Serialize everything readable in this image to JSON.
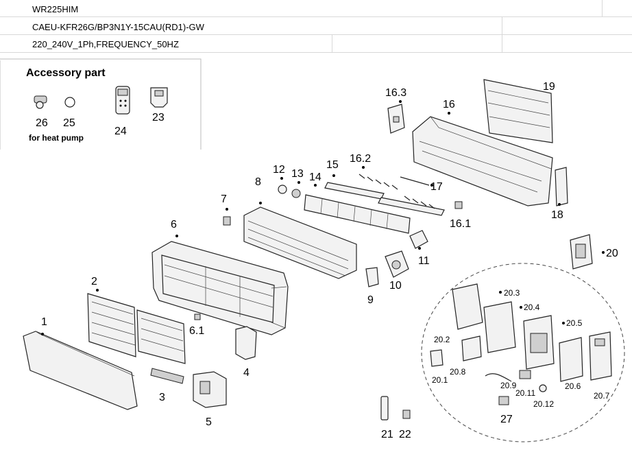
{
  "header": {
    "model": "WR225HIM",
    "code": "CAEU-KFR26G/BP3N1Y-15CAU(RD1)-GW",
    "power": "220_240V_1Ph,FREQUENCY_50HZ"
  },
  "accessory": {
    "title": "Accessory part",
    "note": "for heat pump"
  },
  "labels": {
    "p1": "1",
    "p2": "2",
    "p3": "3",
    "p5": "5",
    "p6": "6",
    "p6_1": "6.1",
    "p4": "4",
    "p7": "7",
    "p8": "8",
    "p9": "9",
    "p10": "10",
    "p11": "11",
    "p12": "12",
    "p13": "13",
    "p14": "14",
    "p15": "15",
    "p16": "16",
    "p16_1": "16.1",
    "p16_2": "16.2",
    "p16_3": "16.3",
    "p17": "17",
    "p18": "18",
    "p19": "19",
    "p20": "20",
    "p21": "21",
    "p22": "22",
    "p23": "23",
    "p24": "24",
    "p25": "25",
    "p26": "26",
    "p27": "27",
    "p20_1": "20.1",
    "p20_2": "20.2",
    "p20_3": "20.3",
    "p20_4": "20.4",
    "p20_5": "20.5",
    "p20_6": "20.6",
    "p20_7": "20.7",
    "p20_8": "20.8",
    "p20_9": "20.9",
    "p20_11": "20.11",
    "p20_12": "20.12"
  }
}
